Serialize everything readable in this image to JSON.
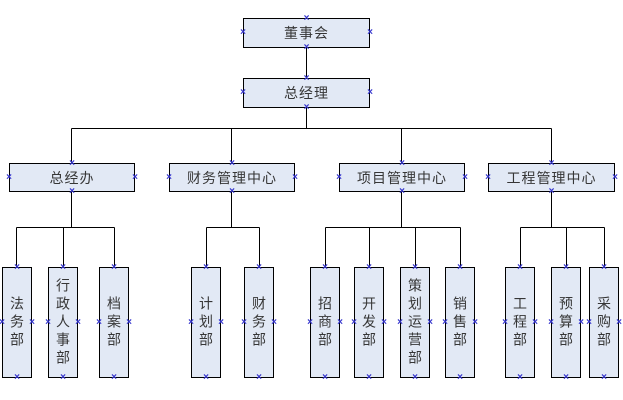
{
  "org": {
    "board": {
      "label": "董事会"
    },
    "general_manager": {
      "label": "总经理"
    },
    "centers": [
      {
        "label": "总经办",
        "departments": [
          "法务部",
          "行政人事部",
          "档案部"
        ]
      },
      {
        "label": "财务管理中心",
        "departments": [
          "计划部",
          "财务部"
        ]
      },
      {
        "label": "项目管理中心",
        "departments": [
          "招商部",
          "开发部",
          "策划运营部",
          "销售部"
        ]
      },
      {
        "label": "工程管理中心",
        "departments": [
          "工程部",
          "预算部",
          "采购部"
        ]
      }
    ]
  },
  "icons": {
    "connection_handle": "×"
  },
  "colors": {
    "canvas_background": "#FFFFFF",
    "node_fill": "#E2E9F5",
    "node_border": "#000000",
    "handle_blue": "#3434CD",
    "connector_line": "#000000",
    "label_text": "#363636"
  }
}
